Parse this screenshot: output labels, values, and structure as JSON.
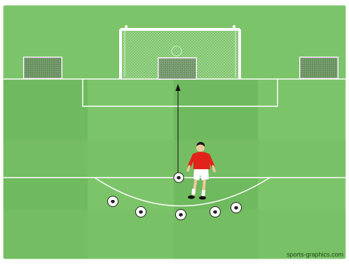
{
  "diagram": {
    "watermark": "sports-graphics.com",
    "colors": {
      "pitch_light": "#7cc46a",
      "pitch_dark": "#6fb95e",
      "lines": "#ffffff",
      "shirt": "#e2231a",
      "shorts": "#ffffff",
      "hair": "#1a1a1a",
      "skin": "#f0c8a0",
      "arrow": "#111111"
    },
    "goals": [
      {
        "id": "main-goal",
        "role": "full-size goal"
      },
      {
        "id": "mini-goal-left",
        "role": "mini goal"
      },
      {
        "id": "mini-goal-center",
        "role": "mini goal"
      },
      {
        "id": "mini-goal-right",
        "role": "mini goal"
      }
    ],
    "player": {
      "role": "shooter"
    },
    "balls_count": 6
  }
}
